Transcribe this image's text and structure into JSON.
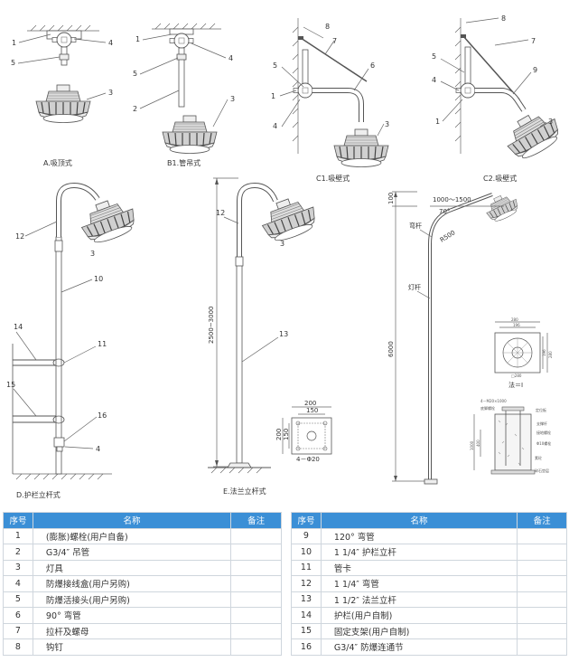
{
  "captions": {
    "a": "A.吸顶式",
    "b1": "B1.管吊式",
    "c1": "C1.吸壁式",
    "c2": "C2.吸壁式",
    "d": "D.护栏立杆式",
    "e": "E.法兰立杆式"
  },
  "dims": {
    "e_height": "2500~3000",
    "flange_200": "200",
    "flange_150": "150",
    "flange_v200": "200",
    "flange_v150": "150",
    "flange_holes": "4－Φ20",
    "pole_100": "100",
    "pole_arm": "1000～1500",
    "pole_angle": "70°",
    "pole_radius": "R500",
    "pole_bend": "弯杆",
    "pole_lamp": "灯杆",
    "pole_height": "6000",
    "base_280": "280",
    "base_196": "196",
    "base_v280": "280",
    "base_v196": "196",
    "base_bottom": "□280",
    "base_label": "法＝Ⅰ",
    "fd_bolt": "4－M20×1000",
    "fd_1": "底脚螺栓",
    "fd_2": "定位板",
    "fd_3": "支撑杆",
    "fd_4": "接地螺栓",
    "fd_5": "Φ10螺栓",
    "fd_6": "素砼",
    "fd_7": "碎石垫层",
    "fd_h1": "1000",
    "fd_h2": "400"
  },
  "table_left": {
    "headers": [
      "序号",
      "名称",
      "备注"
    ],
    "rows": [
      [
        "1",
        "(膨胀)螺栓(用户自备)",
        ""
      ],
      [
        "2",
        "G3/4″ 吊管",
        ""
      ],
      [
        "3",
        "灯具",
        ""
      ],
      [
        "4",
        "防爆接线盒(用户另购)",
        ""
      ],
      [
        "5",
        "防爆活接头(用户另购)",
        ""
      ],
      [
        "6",
        "90° 弯管",
        ""
      ],
      [
        "7",
        "拉杆及螺母",
        ""
      ],
      [
        "8",
        "钩钉",
        ""
      ]
    ]
  },
  "table_right": {
    "headers": [
      "序号",
      "名称",
      "备注"
    ],
    "rows": [
      [
        "9",
        "120° 弯管",
        ""
      ],
      [
        "10",
        "1 1/4″ 护栏立杆",
        ""
      ],
      [
        "11",
        "管卡",
        ""
      ],
      [
        "12",
        "1 1/4″ 弯管",
        ""
      ],
      [
        "13",
        "1 1/2″ 法兰立杆",
        ""
      ],
      [
        "14",
        "护栏(用户自制)",
        ""
      ],
      [
        "15",
        "固定支架(用户自制)",
        ""
      ],
      [
        "16",
        "G3/4″ 防爆连通节",
        ""
      ]
    ]
  }
}
